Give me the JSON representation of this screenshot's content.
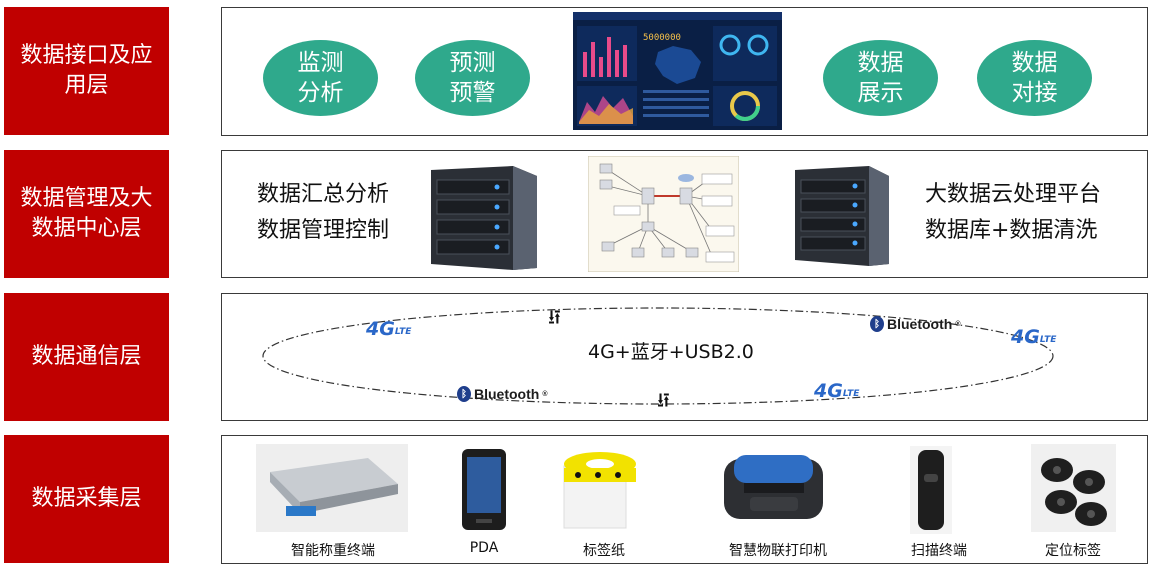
{
  "layers": [
    {
      "label": "数据接口及应\n用层"
    },
    {
      "label": "数据管理及大\n数据中心层"
    },
    {
      "label": "数据通信层"
    },
    {
      "label": "数据采集层"
    }
  ],
  "app_layer": {
    "ovals": [
      "监测\n分析",
      "预测\n预警",
      "数据\n展示",
      "数据\n对接"
    ]
  },
  "data_center": {
    "left_lines": [
      "数据汇总分析",
      "数据管理控制"
    ],
    "right_lines": [
      "大数据云处理平台",
      "数据库+数据清洗"
    ]
  },
  "communication": {
    "center_label": "4G+蓝牙+USB2.0",
    "logo_4g": "4G",
    "logo_lte": "LTE",
    "logo_bluetooth": "Bluetooth",
    "bluetooth_mark": "®"
  },
  "collection": {
    "devices": [
      "智能称重终端",
      "PDA",
      "标签纸",
      "智慧物联打印机",
      "扫描终端",
      "定位标签"
    ]
  },
  "colors": {
    "layer_red": "#c00000",
    "oval_green": "#2fa98c",
    "logo_blue": "#2a67c8"
  }
}
